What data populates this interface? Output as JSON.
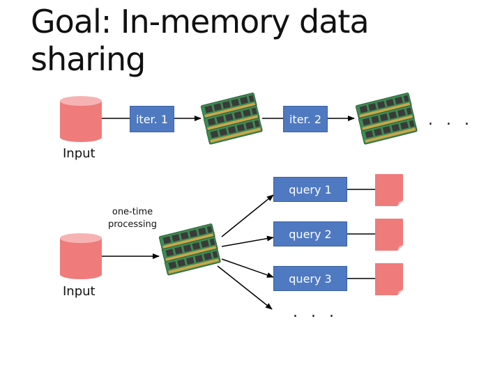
{
  "slide": {
    "title_line1": "Goal: In-memory data",
    "title_line2": "sharing"
  },
  "top": {
    "input_label": "Input",
    "iter1": "iter. 1",
    "iter2": "iter. 2",
    "ellipsis": ". . ."
  },
  "bottom": {
    "input_label": "Input",
    "process_label_line1": "one-time",
    "process_label_line2": "processing",
    "query1": "query 1",
    "query2": "query 2",
    "query3": "query 3",
    "ellipsis": ". . ."
  },
  "colors": {
    "cylinder_fill": "#ef7b7b",
    "cylinder_top": "#f6b3b3",
    "box_fill": "#4f79c0",
    "doc_fill": "#ef7b7b",
    "ram_board": "#3f8a52",
    "ram_chip": "#3a3a3a"
  },
  "icons": {
    "database": "database-cylinder-icon",
    "memory": "ram-module-icon",
    "document": "document-icon"
  }
}
